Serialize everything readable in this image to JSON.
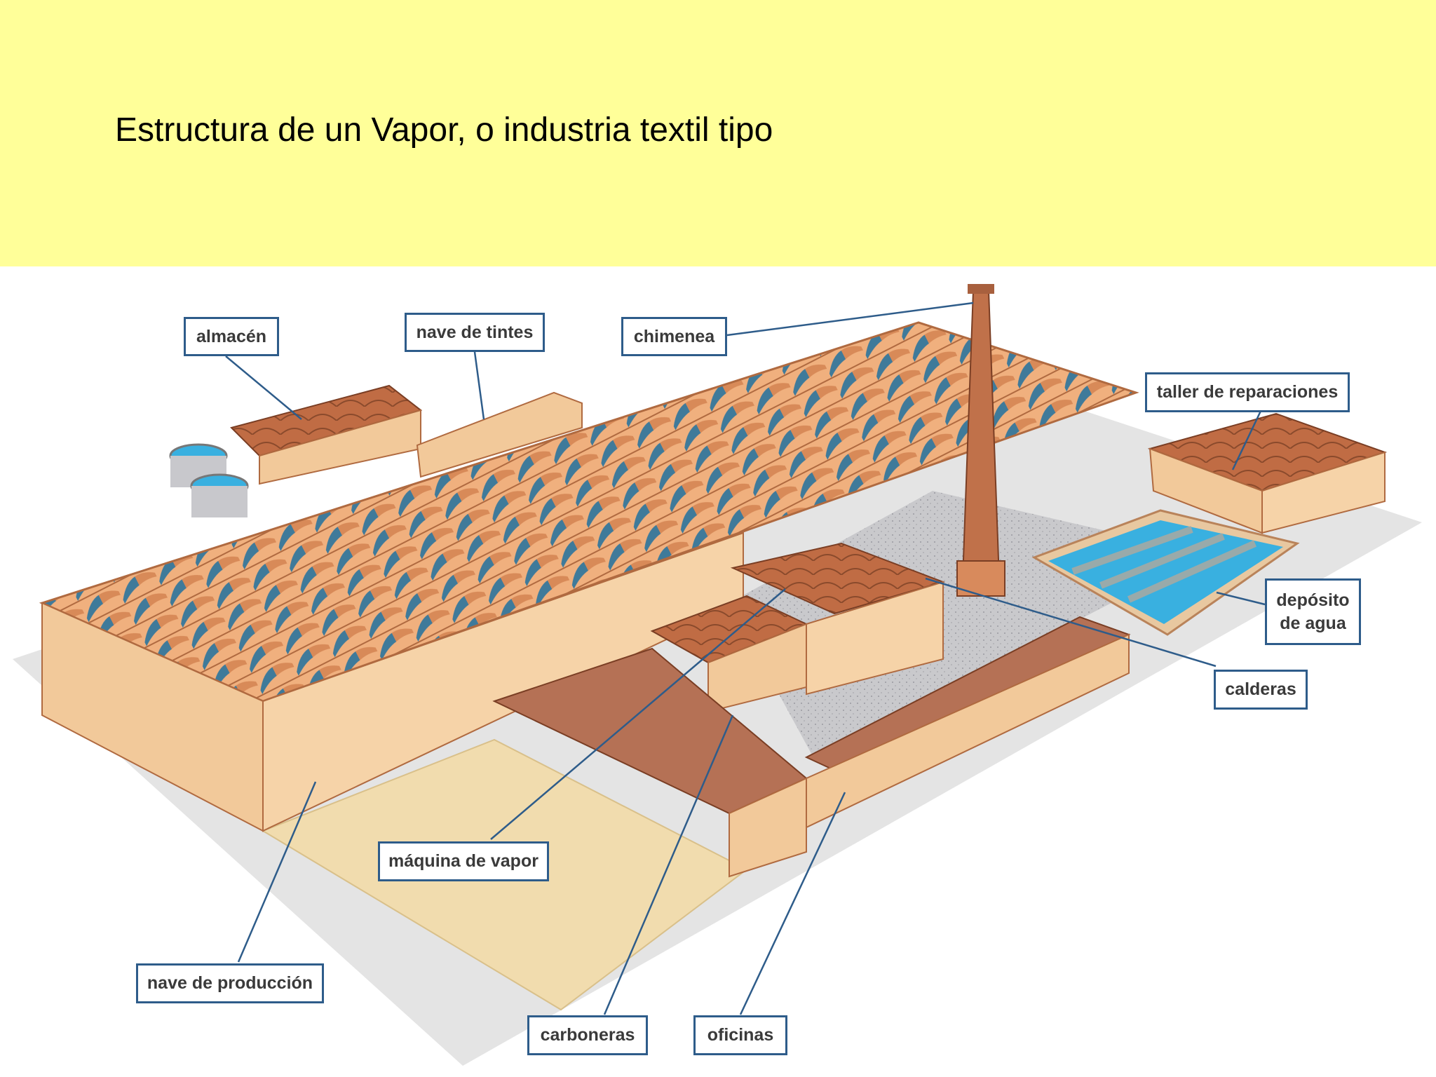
{
  "title": "Estructura de un Vapor, o industria textil tipo",
  "colors": {
    "header_bg": "#ffff99",
    "roof": "#e8a06a",
    "skylight": "#3f7a9a",
    "wall": "#f2c99a",
    "brick": "#a65a3a",
    "water": "#39b0e0",
    "courtyard": "#c8c8c8",
    "yard": "#f1dcae",
    "label_border": "#2e5c8a"
  },
  "labels": {
    "almacen": "almacén",
    "nave_tintes": "nave de tintes",
    "chimenea": "chimenea",
    "taller": "taller de reparaciones",
    "deposito": "depósito\nde agua",
    "calderas": "calderas",
    "maquina": "máquina de vapor",
    "nave_produccion": "nave de producción",
    "carboneras": "carboneras",
    "oficinas": "oficinas"
  }
}
